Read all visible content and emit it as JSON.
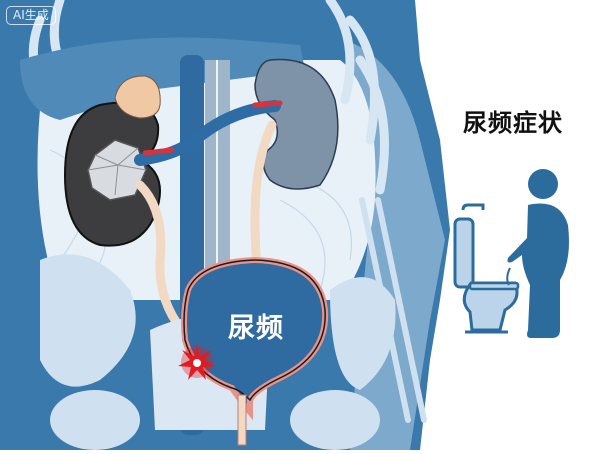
{
  "illustration": {
    "title": "尿频症状",
    "bladder_label": "尿频",
    "watermark": "AI生成",
    "icons": [
      "torso-skeleton",
      "kidney-with-stone",
      "adrenal-gland",
      "ureter",
      "bladder",
      "pain-burst",
      "toilet-icon",
      "person-urinating-icon"
    ],
    "colors": {
      "body_blue": "#2f6d9e",
      "bone_light": "#cfe1f0",
      "kidney_dark": "#3a3a3c",
      "kidney_gray": "#7f93a8",
      "ureter_beige": "#f1d9c4",
      "bladder_outline": "#e8938a",
      "pain_red": "#e21b23",
      "icon_blue": "#2c6c9c",
      "toilet_fill": "#bcd4ea",
      "title_color": "#111111"
    }
  }
}
